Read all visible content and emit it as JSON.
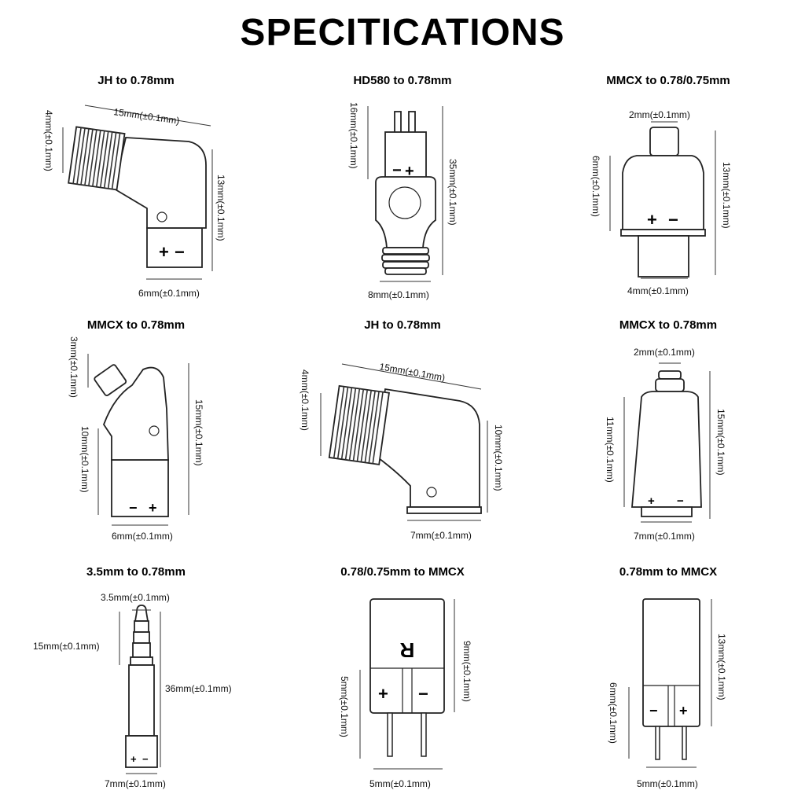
{
  "title": "SPECITICATIONS",
  "cells": [
    {
      "name": "JH to 0.78mm",
      "dims": [
        "15mm(±0.1mm)",
        "4mm(±0.1mm)",
        "13mm(±0.1mm)",
        "6mm(±0.1mm)"
      ],
      "signs": [
        "+",
        "−"
      ]
    },
    {
      "name": "HD580 to 0.78mm",
      "dims": [
        "16mm(±0.1mm)",
        "35mm(±0.1mm)",
        "8mm(±0.1mm)"
      ],
      "signs": [
        "−",
        "+"
      ]
    },
    {
      "name": "MMCX to 0.78/0.75mm",
      "dims": [
        "2mm(±0.1mm)",
        "6mm(±0.1mm)",
        "13mm(±0.1mm)",
        "4mm(±0.1mm)"
      ],
      "signs": [
        "+",
        "−"
      ]
    },
    {
      "name": "MMCX to 0.78mm",
      "dims": [
        "3mm(±0.1mm)",
        "10mm(±0.1mm)",
        "15mm(±0.1mm)",
        "6mm(±0.1mm)"
      ],
      "signs": [
        "−",
        "+"
      ]
    },
    {
      "name": "JH to 0.78mm",
      "dims": [
        "15mm(±0.1mm)",
        "4mm(±0.1mm)",
        "10mm(±0.1mm)",
        "7mm(±0.1mm)"
      ],
      "signs": []
    },
    {
      "name": "MMCX to 0.78mm",
      "dims": [
        "2mm(±0.1mm)",
        "11mm(±0.1mm)",
        "15mm(±0.1mm)",
        "7mm(±0.1mm)"
      ],
      "signs": [
        "+",
        "−"
      ]
    },
    {
      "name": "3.5mm to 0.78mm",
      "dims": [
        "3.5mm(±0.1mm)",
        "15mm(±0.1mm)",
        "36mm(±0.1mm)",
        "7mm(±0.1mm)"
      ],
      "signs": [
        "+",
        "−"
      ]
    },
    {
      "name": "0.78/0.75mm to MMCX",
      "dims": [
        "9mm(±0.1mm)",
        "5mm(±0.1mm)",
        "5mm(±0.1mm)"
      ],
      "signs": [
        "+",
        "−"
      ],
      "marking": "R"
    },
    {
      "name": "0.78mm to MMCX",
      "dims": [
        "13mm(±0.1mm)",
        "6mm(±0.1mm)",
        "5mm(±0.1mm)"
      ],
      "signs": [
        "−",
        "+"
      ]
    }
  ]
}
